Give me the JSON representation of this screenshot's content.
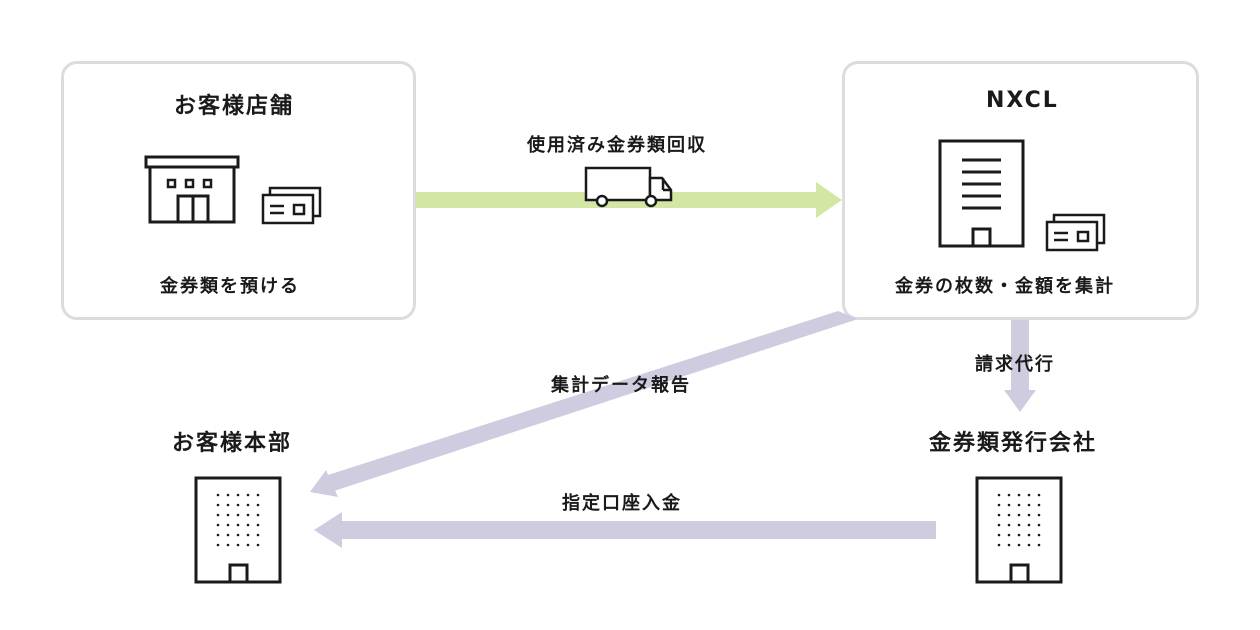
{
  "nodes": {
    "store": {
      "title": "お客様店舗",
      "caption": "金券類を預ける"
    },
    "nxcl": {
      "title": "NXCL",
      "caption": "金券の枚数・金額を集計"
    },
    "hq": {
      "title": "お客様本部"
    },
    "issuer": {
      "title": "金券類発行会社"
    }
  },
  "flows": {
    "collection": "使用済み金券類回収",
    "billing": "請求代行",
    "report": "集計データ報告",
    "deposit": "指定口座入金"
  },
  "colors": {
    "green_arrow": "#d4e6a3",
    "purple_arrow": "#cfcce0",
    "box_border": "#dcdcdc",
    "icon": "#1a1a1a"
  },
  "icons": [
    "shop-icon",
    "voucher-icon",
    "truck-icon",
    "office-building-icon",
    "building-icon"
  ]
}
